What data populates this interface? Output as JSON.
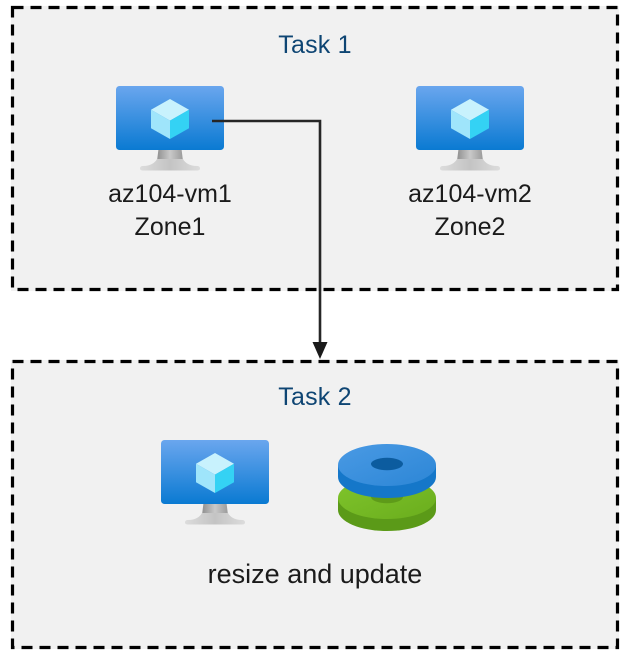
{
  "diagram": {
    "type": "flow-diagram",
    "background_color": "#ffffff",
    "box_fill_color": "#f1f1f1",
    "box_border_color": "#000000",
    "box_border_style": "dashed",
    "title_color": "#0e4573",
    "label_color": "#1b1b1b",
    "connector_color": "#262626"
  },
  "task1": {
    "title": "Task 1",
    "nodes": [
      {
        "icon": "virtual-machine-icon",
        "label_line1": "az104-vm1",
        "label_line2": "Zone1"
      },
      {
        "icon": "virtual-machine-icon",
        "label_line1": "az104-vm2",
        "label_line2": "Zone2"
      }
    ]
  },
  "task2": {
    "title": "Task 2",
    "nodes": [
      {
        "icon": "virtual-machine-icon"
      },
      {
        "icon": "disks-icon"
      }
    ],
    "caption": "resize and update"
  },
  "connector": {
    "from": "az104-vm1",
    "to": "Task 2",
    "arrow_head": "down"
  },
  "colors": {
    "vm_screen_top": "#6aa6ee",
    "vm_screen_bottom": "#0078d4",
    "vm_stand": "#b3b3b3",
    "cube_top": "#c3f1fd",
    "cube_left": "#9fe5fb",
    "cube_right": "#32d3f5",
    "disk_blue_top": "#3d91de",
    "disk_blue_side": "#1a7fd4",
    "disk_blue_hole": "#0a5b9e",
    "disk_green_top": "#76bc21",
    "disk_green_side": "#5a9419",
    "disk_green_hole": "#5a9419"
  }
}
